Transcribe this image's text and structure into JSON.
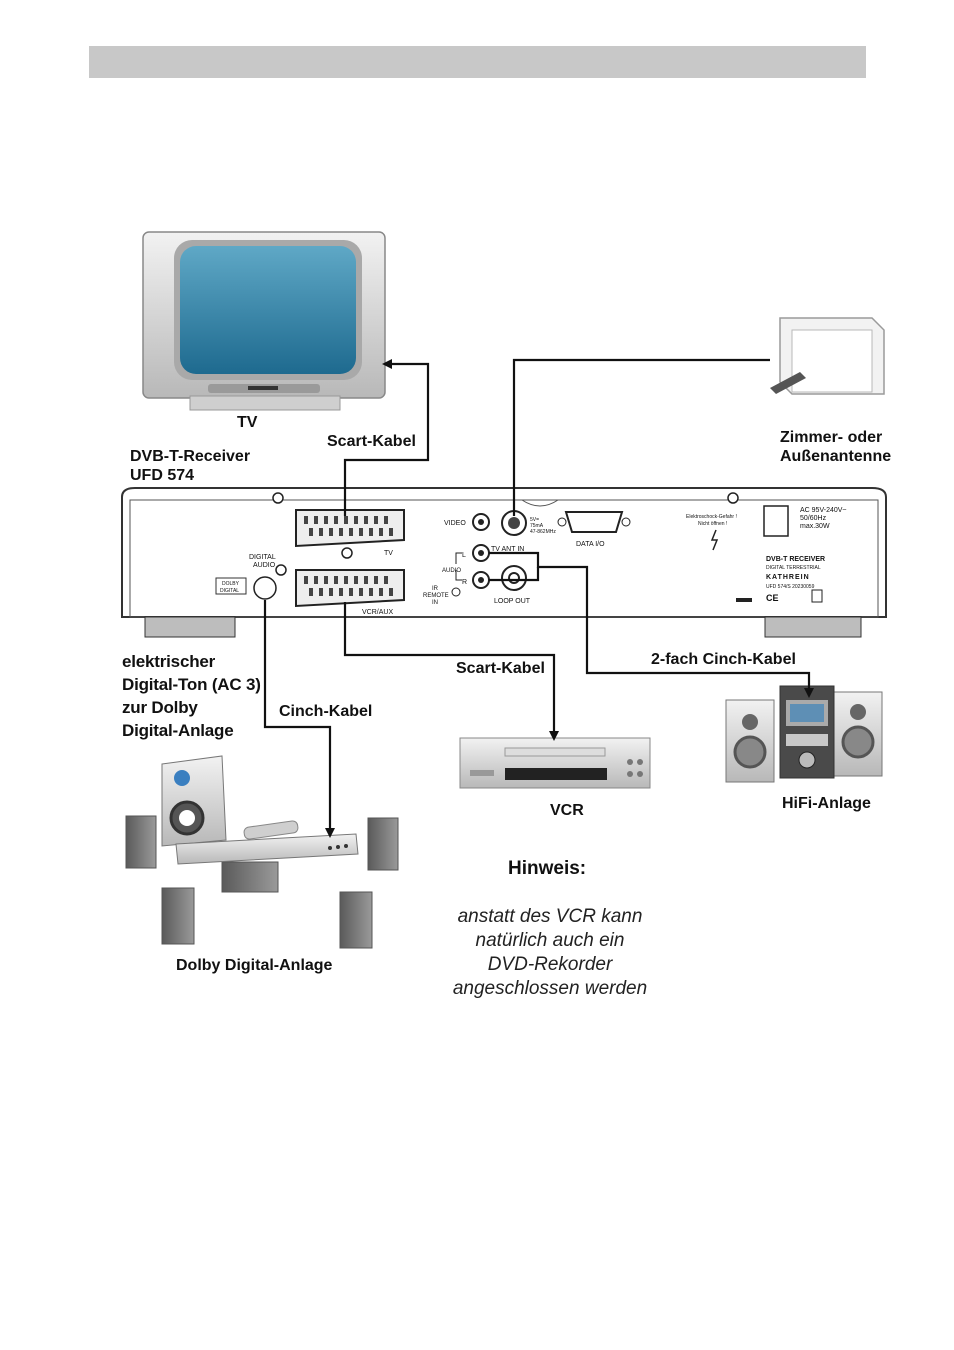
{
  "labels": {
    "tv": "TV",
    "receiver_line1": "DVB-T-Receiver",
    "receiver_line2": "UFD 574",
    "scart_tv": "Scart-Kabel",
    "antenna_line1": "Zimmer- oder",
    "antenna_line2": "Außenantenne",
    "ac3_lines": [
      "elektrischer",
      "Digital-Ton (AC 3)",
      "zur Dolby",
      "Digital-Anlage"
    ],
    "cinch": "Cinch-Kabel",
    "scart_vcr": "Scart-Kabel",
    "cinch_2fach": "2-fach Cinch-Kabel",
    "vcr": "VCR",
    "hifi": "HiFi-Anlage",
    "dolby": "Dolby Digital-Anlage"
  },
  "receiver_panel": {
    "tv_scart": "TV",
    "vcr_scart": "VCR/AUX",
    "digital_audio": [
      "DIGITAL",
      "AUDIO"
    ],
    "video": "VIDEO",
    "audio": "AUDIO",
    "audio_l": "L",
    "audio_r": "R",
    "ir_remote": [
      "IR",
      "REMOTE",
      "IN"
    ],
    "tv_ant_in": "TV ANT IN",
    "loop_out": "LOOP OUT",
    "antenna_power": [
      "5V=",
      "75mA",
      "47-862MHz"
    ],
    "data_io": "DATA I/O",
    "warning": [
      "Elektroschock-Gefahr !",
      "Nicht öffnen !"
    ],
    "power_rating": [
      "AC 95V-240V~",
      "50/60Hz",
      "max.30W"
    ],
    "brand_logo": "DVB-T RECEIVER",
    "brand_sub": "DIGITAL TERRESTRIAL",
    "brand_name": "KATHREIN",
    "model_code": "UFD 574/S 20230059",
    "ce_mark": "CE",
    "dolby_logo": [
      "DOLBY",
      "DIGITAL"
    ]
  },
  "note": {
    "title": "Hinweis:",
    "body": "anstatt des VCR kann\nnatürlich auch ein\nDVD-Rekorder\nangeschlossen werden"
  },
  "colors": {
    "header_bar": "#c8c8c8",
    "tv_screen": "#2f7fa3",
    "cable": "#111111",
    "device_light": "#d9d9d9",
    "device_dark": "#6f6f6f"
  }
}
